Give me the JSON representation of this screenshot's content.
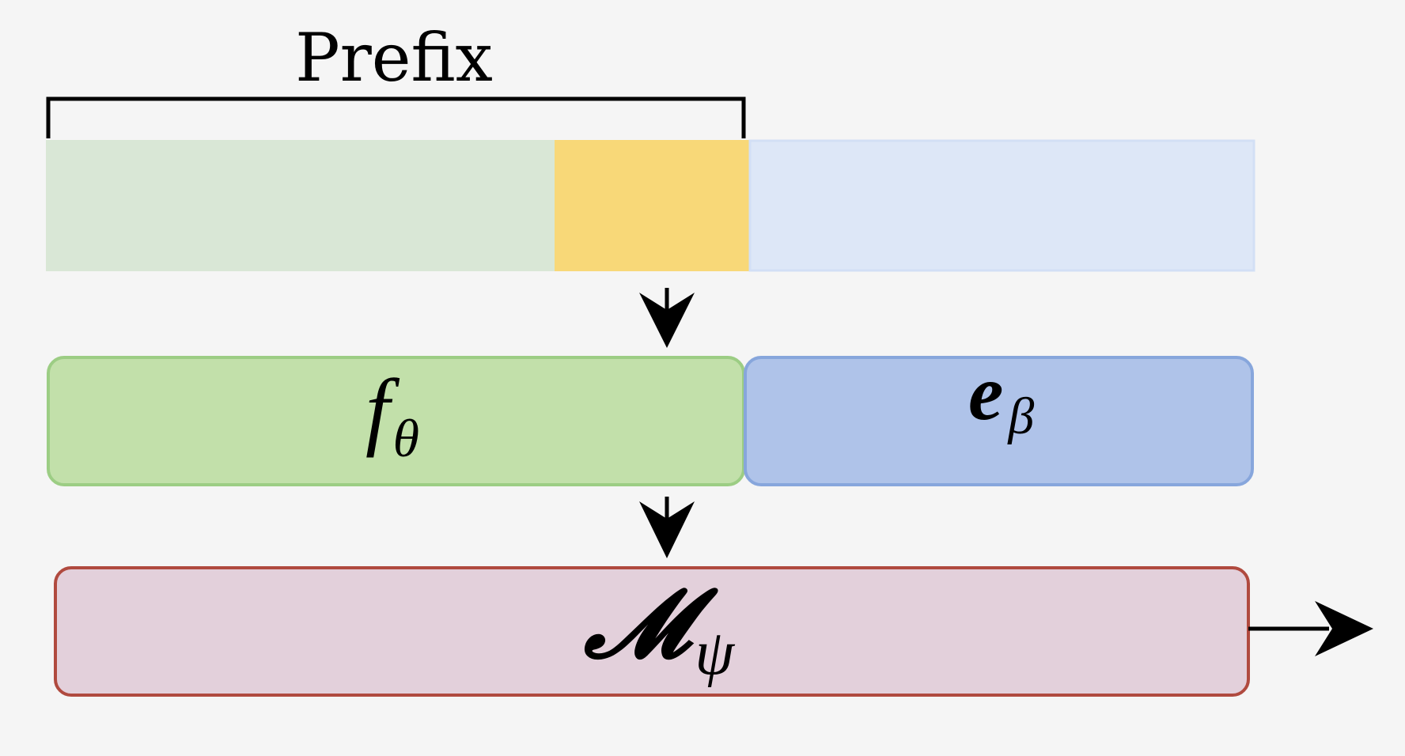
{
  "prefix": {
    "label": "Prefix"
  },
  "blocks": {
    "f": {
      "symbol": "f",
      "subscript": "θ"
    },
    "e": {
      "symbol": "e",
      "subscript": "β"
    },
    "m": {
      "symbol": "𝓜",
      "subscript": "ψ"
    }
  },
  "colors": {
    "background": "#f5f5f5",
    "seg_prefix_context": "#d9e7d6",
    "seg_prefix_tail": "#f8d878",
    "seg_suffix": "#dde7f7",
    "seg_suffix_border": "#d2dff5",
    "f_fill": "#c2e0aa",
    "f_border": "#9ccd84",
    "e_fill": "#afc3e9",
    "e_border": "#87a6dc",
    "m_fill": "#e3d0db",
    "m_border": "#b04a3f",
    "ink": "#000000"
  }
}
